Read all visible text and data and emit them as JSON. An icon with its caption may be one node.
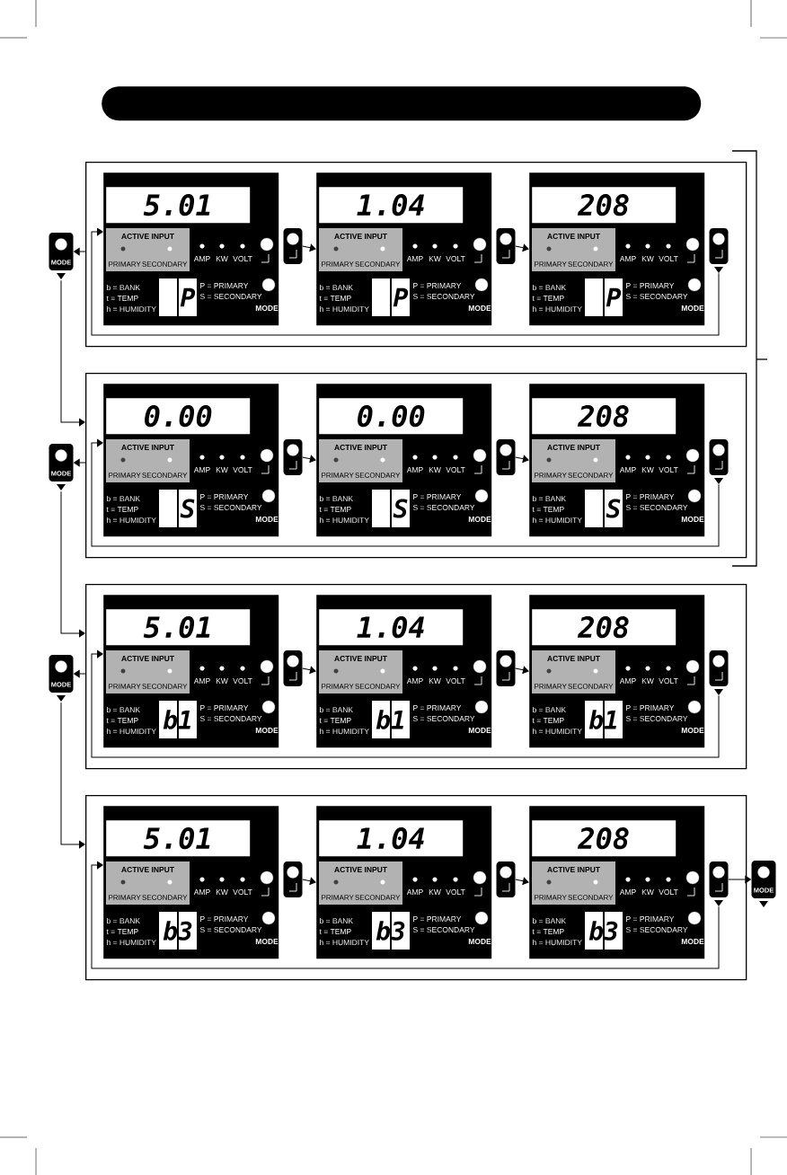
{
  "diagram": {
    "nodes": [
      {
        "text": [],
        "shape": "bar"
      },
      {
        "text": [],
        "shape": "box"
      },
      {
        "text": [
          "5.01",
          "ACTIVE INPUT",
          "PRIMARY",
          "SECONDARY",
          "AMP",
          "KW",
          "VOLT",
          "b = BANK",
          "t = TEMP",
          "h = HUMIDITY",
          "P",
          "P = PRIMARY",
          "S = SECONDARY",
          "MODE"
        ],
        "in": 1
      },
      {
        "text": [],
        "shape": "button",
        "in": 1
      },
      {
        "text": [
          "1.04",
          "ACTIVE INPUT",
          "PRIMARY",
          "SECONDARY",
          "AMP",
          "KW",
          "VOLT",
          "b = BANK",
          "t = TEMP",
          "h = HUMIDITY",
          "P",
          "P = PRIMARY",
          "S = SECONDARY",
          "MODE"
        ],
        "in": 1
      },
      {
        "text": [],
        "shape": "button",
        "in": 1
      },
      {
        "text": [
          "208",
          "ACTIVE INPUT",
          "PRIMARY",
          "SECONDARY",
          "AMP",
          "KW",
          "VOLT",
          "b = BANK",
          "t = TEMP",
          "h = HUMIDITY",
          "P",
          "P = PRIMARY",
          "S = SECONDARY",
          "MODE"
        ],
        "in": 1
      },
      {
        "text": [],
        "shape": "button",
        "in": 1
      },
      {
        "text": [
          "MODE"
        ]
      },
      {
        "text": [],
        "shape": "box"
      },
      {
        "text": [
          "0.00",
          "ACTIVE INPUT",
          "PRIMARY",
          "SECONDARY",
          "AMP",
          "KW",
          "VOLT",
          "b = BANK",
          "t = TEMP",
          "h = HUMIDITY",
          "S",
          "P = PRIMARY",
          "S = SECONDARY",
          "MODE"
        ],
        "in": 9
      },
      {
        "text": [],
        "shape": "button",
        "in": 9
      },
      {
        "text": [
          "0.00",
          "ACTIVE INPUT",
          "PRIMARY",
          "SECONDARY",
          "AMP",
          "KW",
          "VOLT",
          "b = BANK",
          "t = TEMP",
          "h = HUMIDITY",
          "S",
          "P = PRIMARY",
          "S = SECONDARY",
          "MODE"
        ],
        "in": 9
      },
      {
        "text": [],
        "shape": "button",
        "in": 9
      },
      {
        "text": [
          "208",
          "ACTIVE INPUT",
          "PRIMARY",
          "SECONDARY",
          "AMP",
          "KW",
          "VOLT",
          "b = BANK",
          "t = TEMP",
          "h = HUMIDITY",
          "S",
          "P = PRIMARY",
          "S = SECONDARY",
          "MODE"
        ],
        "in": 9
      },
      {
        "text": [],
        "shape": "button",
        "in": 9
      },
      {
        "text": [
          "MODE"
        ]
      },
      {
        "text": [],
        "shape": "box"
      },
      {
        "text": [
          "5.01",
          "ACTIVE INPUT",
          "PRIMARY",
          "SECONDARY",
          "AMP",
          "KW",
          "VOLT",
          "b = BANK",
          "t = TEMP",
          "h = HUMIDITY",
          "b1",
          "P = PRIMARY",
          "S = SECONDARY",
          "MODE"
        ],
        "in": 17
      },
      {
        "text": [],
        "shape": "button",
        "in": 17
      },
      {
        "text": [
          "1.04",
          "ACTIVE INPUT",
          "PRIMARY",
          "SECONDARY",
          "AMP",
          "KW",
          "VOLT",
          "b = BANK",
          "t = TEMP",
          "h = HUMIDITY",
          "b1",
          "P = PRIMARY",
          "S = SECONDARY",
          "MODE"
        ],
        "in": 17
      },
      {
        "text": [],
        "shape": "button",
        "in": 17
      },
      {
        "text": [
          "208",
          "ACTIVE INPUT",
          "PRIMARY",
          "SECONDARY",
          "AMP",
          "KW",
          "VOLT",
          "b = BANK",
          "t = TEMP",
          "h = HUMIDITY",
          "b1",
          "P = PRIMARY",
          "S = SECONDARY",
          "MODE"
        ],
        "in": 17
      },
      {
        "text": [],
        "shape": "button",
        "in": 17
      },
      {
        "text": [
          "MODE"
        ]
      },
      {
        "text": [],
        "shape": "box"
      },
      {
        "text": [
          "5.01",
          "ACTIVE INPUT",
          "PRIMARY",
          "SECONDARY",
          "AMP",
          "KW",
          "VOLT",
          "b = BANK",
          "t = TEMP",
          "h = HUMIDITY",
          "b3",
          "P = PRIMARY",
          "S = SECONDARY",
          "MODE"
        ],
        "in": 25
      },
      {
        "text": [],
        "shape": "button",
        "in": 25
      },
      {
        "text": [
          "1.04",
          "ACTIVE INPUT",
          "PRIMARY",
          "SECONDARY",
          "AMP",
          "KW",
          "VOLT",
          "b = BANK",
          "t = TEMP",
          "h = HUMIDITY",
          "b3",
          "P = PRIMARY",
          "S = SECONDARY",
          "MODE"
        ],
        "in": 25
      },
      {
        "text": [],
        "shape": "button",
        "in": 25
      },
      {
        "text": [
          "208",
          "ACTIVE INPUT",
          "PRIMARY",
          "SECONDARY",
          "AMP",
          "KW",
          "VOLT",
          "b = BANK",
          "t = TEMP",
          "h = HUMIDITY",
          "b3",
          "P = PRIMARY",
          "S = SECONDARY",
          "MODE"
        ],
        "in": 25
      },
      {
        "text": [],
        "shape": "button",
        "in": 25
      },
      {
        "text": [
          "MODE"
        ]
      }
    ],
    "edges": [
      {
        "from": 3,
        "to": 4,
        "arrow": "to"
      },
      {
        "from": 5,
        "to": 6,
        "arrow": "to"
      },
      {
        "from": 7,
        "to": 2,
        "arrow": "to"
      },
      {
        "from": 1,
        "to": 8,
        "arrow": "to"
      },
      {
        "from": 8,
        "to": 9,
        "arrow": "to"
      },
      {
        "from": 11,
        "to": 12,
        "arrow": "to"
      },
      {
        "from": 13,
        "to": 14,
        "arrow": "to"
      },
      {
        "from": 15,
        "to": 10,
        "arrow": "to"
      },
      {
        "from": 9,
        "to": 16,
        "arrow": "to"
      },
      {
        "from": 16,
        "to": 17,
        "arrow": "to"
      },
      {
        "from": 19,
        "to": 20,
        "arrow": "to"
      },
      {
        "from": 21,
        "to": 22,
        "arrow": "to"
      },
      {
        "from": 23,
        "to": 18,
        "arrow": "to"
      },
      {
        "from": 17,
        "to": 24,
        "arrow": "to"
      },
      {
        "from": 24,
        "to": 25,
        "arrow": "to"
      },
      {
        "from": 27,
        "to": 28,
        "arrow": "to"
      },
      {
        "from": 29,
        "to": 30,
        "arrow": "to"
      },
      {
        "from": 31,
        "to": 26,
        "arrow": "to"
      },
      {
        "from": 31,
        "to": 32,
        "arrow": "to"
      }
    ]
  }
}
